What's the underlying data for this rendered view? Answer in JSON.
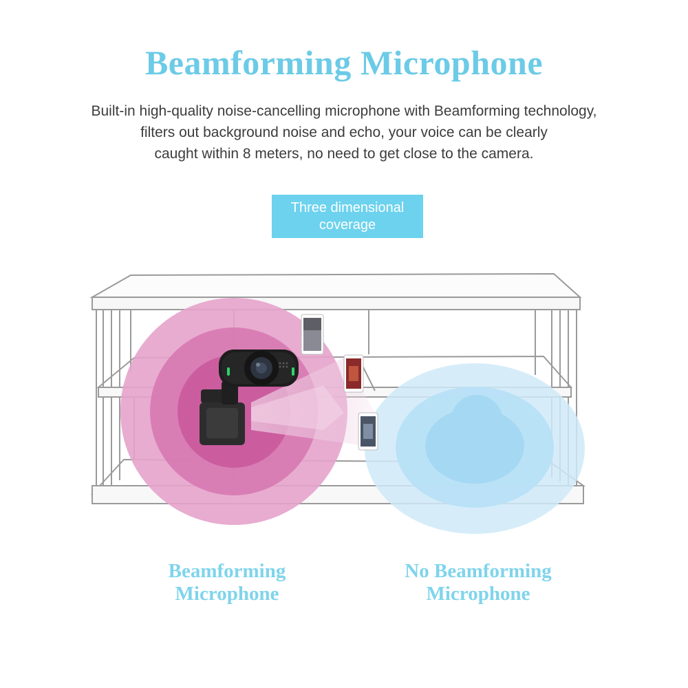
{
  "title": "Beamforming Microphone",
  "description": {
    "lines": [
      "Built-in high-quality noise-cancelling microphone with Beamforming technology,",
      "filters out background noise and echo, your voice can be clearly",
      "caught within 8 meters, no need to get close to the camera."
    ]
  },
  "badge": {
    "lines": [
      "Three dimensional",
      "coverage"
    ]
  },
  "captions": {
    "left": [
      "Beamforming",
      "Microphone"
    ],
    "right": [
      "No Beamforming",
      "Microphone"
    ]
  },
  "colors": {
    "accent_blue": "#6ccbe6",
    "badge_blue": "#6cd2ee",
    "beam_pink": "#c0508f",
    "field_blue": "#a9dcf4",
    "shelf_line": "#9a9a9a"
  }
}
